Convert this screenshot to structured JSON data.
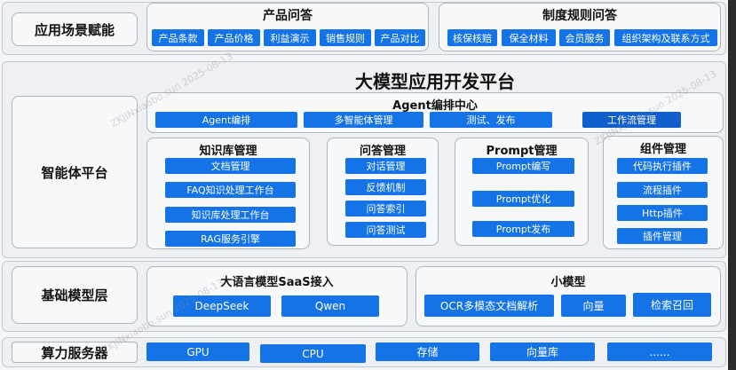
{
  "layers": {
    "app_scenes": "应用场景赋能",
    "agent_platform": "智能体平台",
    "base_model": "基础模型层",
    "compute": "算力服务器"
  },
  "product_qa": {
    "title": "产品问答",
    "items": [
      "产品条款",
      "产品价格",
      "利益演示",
      "销售规则",
      "产品对比"
    ]
  },
  "policy_qa": {
    "title": "制度规则问答",
    "items": [
      "核保核赔",
      "保全材料",
      "会员服务",
      "组织架构及联系方式"
    ]
  },
  "platform": {
    "title": "大模型应用开发平台"
  },
  "agent_center": {
    "title": "Agent编排中心",
    "items": [
      "Agent编排",
      "多智能体管理",
      "测试、发布",
      "工作流管理"
    ]
  },
  "knowledge": {
    "title": "知识库管理",
    "items": [
      "文档管理",
      "FAQ知识处理工作台",
      "知识库处理工作台",
      "RAG服务引擎"
    ]
  },
  "qa_mgmt": {
    "title": "问答管理",
    "items": [
      "对话管理",
      "反馈机制",
      "问答索引",
      "问答测试"
    ]
  },
  "prompt_mgmt": {
    "title": "Prompt管理",
    "items": [
      "Prompt编写",
      "Prompt优化",
      "Prompt发布"
    ]
  },
  "component_mgmt": {
    "title": "组件管理",
    "items": [
      "代码执行插件",
      "流程插件",
      "Http插件",
      "插件管理"
    ]
  },
  "llm_saas": {
    "title": "大语言模型SaaS接入",
    "items": [
      "DeepSeek",
      "Qwen"
    ]
  },
  "small_model": {
    "title": "小模型",
    "items": [
      "OCR多模态文档解析",
      "向量",
      "检索召回"
    ]
  },
  "compute_items": [
    "GPU",
    "CPU",
    "存储",
    "向量库",
    "......"
  ],
  "watermark": "ZKJINxiaobo.sun 2025-08-13",
  "colors": {
    "chip": "#1473e6",
    "border": "#aeb4bf"
  }
}
